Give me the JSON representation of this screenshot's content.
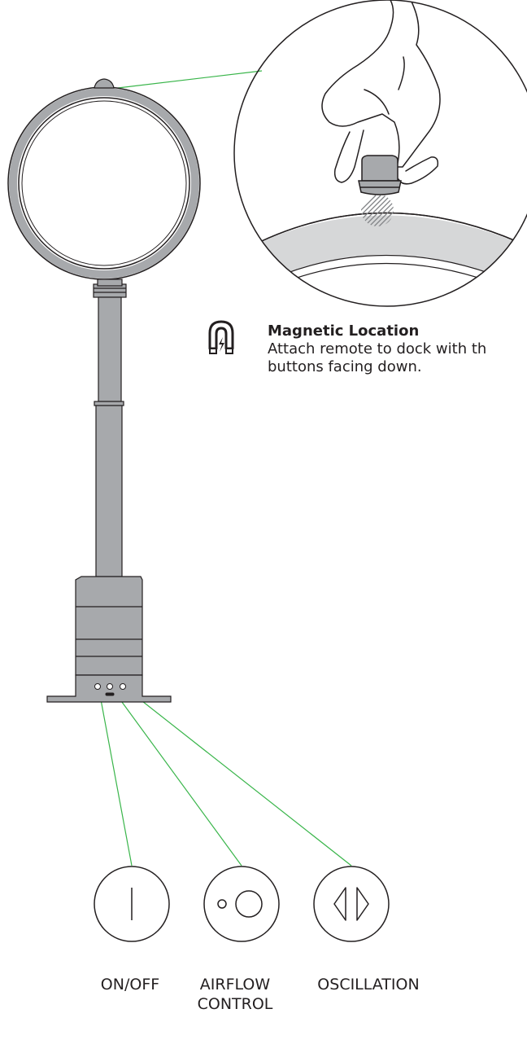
{
  "magnetic_note": {
    "icon": "magnet-icon",
    "title": "Magnetic Location",
    "line1": "Attach remote to dock with th",
    "line2": "buttons facing down."
  },
  "buttons": [
    {
      "label": "ON/OFF",
      "icon": "power-line-icon"
    },
    {
      "label_line1": "AIRFLOW",
      "label_line2": "CONTROL",
      "icon": "airflow-circles-icon"
    },
    {
      "label": "OSCILLATION",
      "icon": "oscillation-triangles-icon"
    }
  ],
  "colors": {
    "fan_body": "#a7a9ac",
    "outline": "#231f20",
    "callout_line": "#39b54a",
    "hatch": "#808285"
  }
}
